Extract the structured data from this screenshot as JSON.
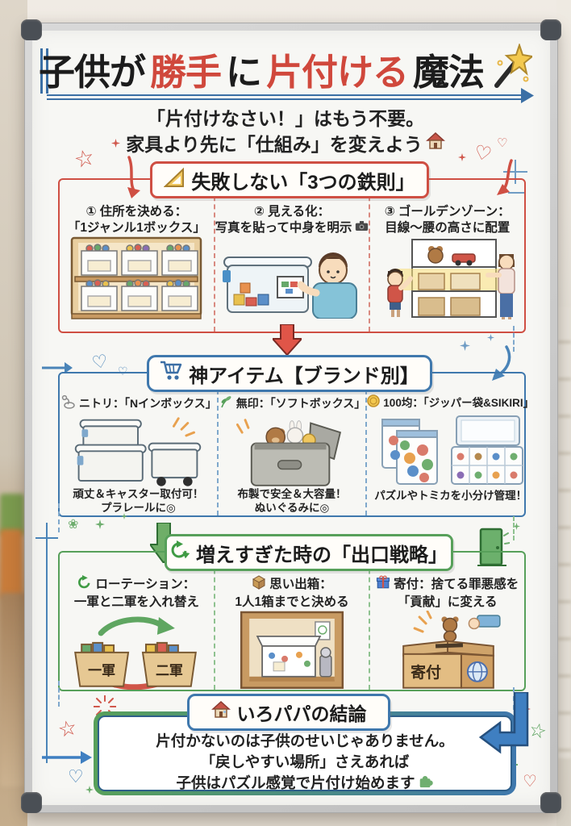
{
  "title": {
    "part1": "子供が",
    "part2": "勝手",
    "part3": "に",
    "part4": "片付ける",
    "part5": "魔法"
  },
  "subtitle": {
    "line1": "「片付けなさい！」はもう不要。",
    "line2": "家具より先に「仕組み」を変えよう"
  },
  "sec1": {
    "title": "失敗しない「3つの鉄則」",
    "cols": [
      {
        "num": "①",
        "head": "住所を決める：",
        "sub": "「1ジャンル1ボックス」"
      },
      {
        "num": "②",
        "head": "見える化：",
        "sub": "写真を貼って中身を明示"
      },
      {
        "num": "③",
        "head": "ゴールデンゾーン：",
        "sub": "目線～腰の高さに配置"
      }
    ]
  },
  "sec2": {
    "title": "神アイテム【ブランド別】",
    "cols": [
      {
        "head": "ニトリ：「Nインボックス」",
        "cap1": "頑丈＆キャスター取付可！",
        "cap2": "プラレールに◎"
      },
      {
        "head": "無印：「ソフトボックス」",
        "cap1": "布製で安全＆大容量！",
        "cap2": "ぬいぐるみに◎"
      },
      {
        "head": "100均：「ジッパー袋&SIKIRI」",
        "cap1": "パズルやトミカを小分け管理！",
        "cap2": ""
      }
    ]
  },
  "sec3": {
    "title": "増えすぎた時の「出口戦略」",
    "cols": [
      {
        "head": "ローテーション：",
        "sub": "一軍と二軍を入れ替え",
        "label1": "一軍",
        "label2": "二軍"
      },
      {
        "head": "思い出箱：",
        "sub": "1人1箱までと決める"
      },
      {
        "head": "寄付：捨てる罪悪感を",
        "sub": "「貢献」に変える",
        "label": "寄付"
      }
    ]
  },
  "conclusion": {
    "title": "いろパパの結論",
    "line1": "片付かないのは子供のせいじゃありません。",
    "line2": "「戻しやすい場所」さえあれば",
    "line3": "子供はパズル感覚で片付け始めます"
  },
  "decor": {
    "star": "☆",
    "heart": "♡"
  },
  "colors": {
    "red": "#cf4f43",
    "blue": "#3f78ad",
    "green": "#57a05a",
    "yellow_band": "#f7dd7e",
    "board": "#f7f7f4",
    "frame": "#c9c9c9"
  }
}
